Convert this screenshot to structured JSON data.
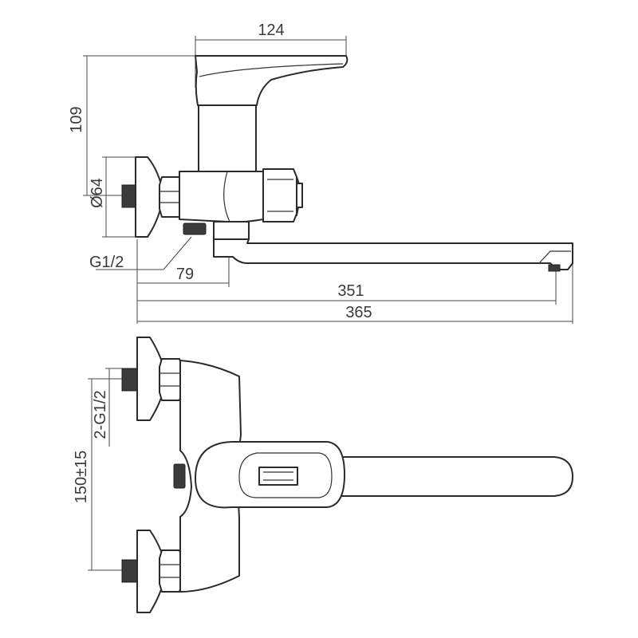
{
  "dimensions": {
    "handle_reach": "124",
    "body_height": "109",
    "flange_diameter": "Ø64",
    "inlet_thread": "G1/2",
    "outlet_offset": "79",
    "spout_reach": "351",
    "overall_length": "365",
    "inlet_threads_pair": "2-G1/2",
    "inlet_spacing": "150±15"
  }
}
